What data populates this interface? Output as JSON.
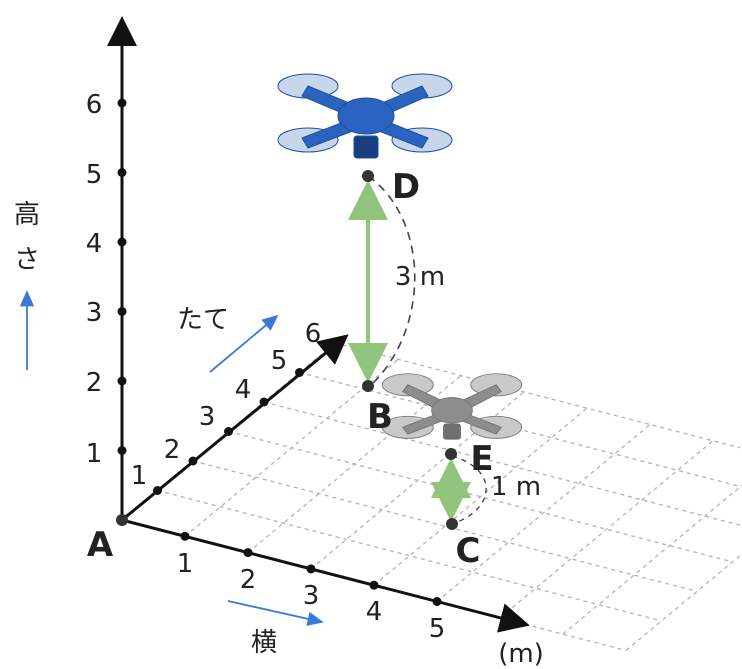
{
  "axes": {
    "height": {
      "label_line1": "高",
      "label_line2": "さ",
      "ticks": [
        "1",
        "2",
        "3",
        "4",
        "5",
        "6"
      ]
    },
    "depth": {
      "label": "たて",
      "ticks": [
        "1",
        "2",
        "3",
        "4",
        "5",
        "6"
      ]
    },
    "width": {
      "label": "横",
      "ticks": [
        "1",
        "2",
        "3",
        "4",
        "5"
      ],
      "unit": "(m)"
    }
  },
  "points": {
    "A": "A",
    "B": "B",
    "C": "C",
    "D": "D",
    "E": "E"
  },
  "distances": {
    "BD": "3 m",
    "CE": "1 m"
  },
  "colors": {
    "axis": "#111111",
    "grid": "#b3b3b3",
    "arrow_hint": "#3b78d8",
    "distance_arrow": "#93c47d",
    "drone_top": "#2b64c0",
    "drone_bottom": "#8d8d8d"
  },
  "icons": {
    "top_drone": "drone-icon",
    "bottom_drone": "drone-icon"
  }
}
